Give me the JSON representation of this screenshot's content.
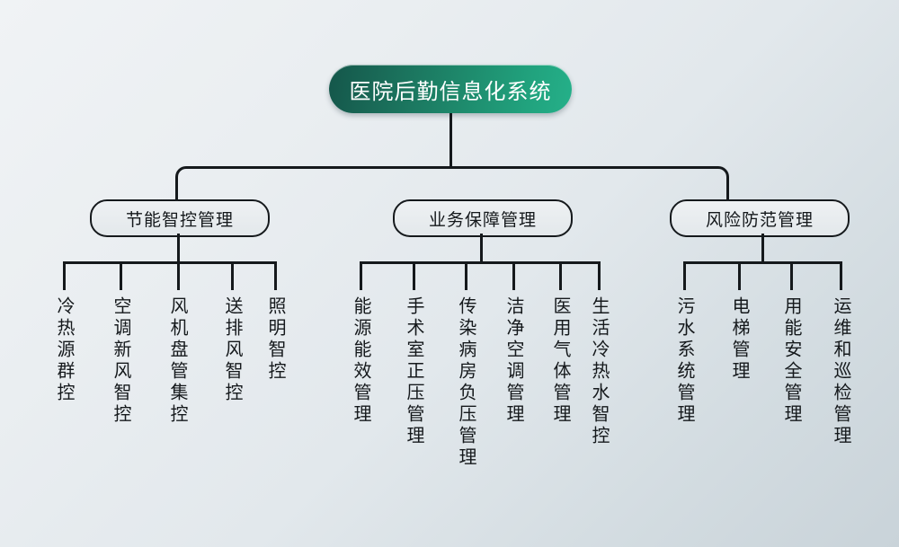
{
  "diagram": {
    "title": "医院后勤信息化系统",
    "type": "organizational-tree",
    "background_color": "#e6ebef",
    "root_accent_color": "#1e8a6c",
    "root": {
      "label": "医院后勤信息化系统"
    },
    "branches": [
      {
        "label": "节能智控管理",
        "leaves": [
          {
            "label": "冷热源群控"
          },
          {
            "label": "空调新风智控"
          },
          {
            "label": "风机盘管集控"
          },
          {
            "label": "送排风智控"
          },
          {
            "label": "照明智控"
          }
        ]
      },
      {
        "label": "业务保障管理",
        "leaves": [
          {
            "label": "能源能效管理"
          },
          {
            "label": "手术室正压管理"
          },
          {
            "label": "传染病房负压管理"
          },
          {
            "label": "洁净空调管理"
          },
          {
            "label": "医用气体管理"
          },
          {
            "label": "生活冷热水智控"
          }
        ]
      },
      {
        "label": "风险防范管理",
        "leaves": [
          {
            "label": "污水系统管理"
          },
          {
            "label": "电梯管理"
          },
          {
            "label": "用能安全管理"
          },
          {
            "label": "运维和巡检管理"
          }
        ]
      }
    ]
  }
}
